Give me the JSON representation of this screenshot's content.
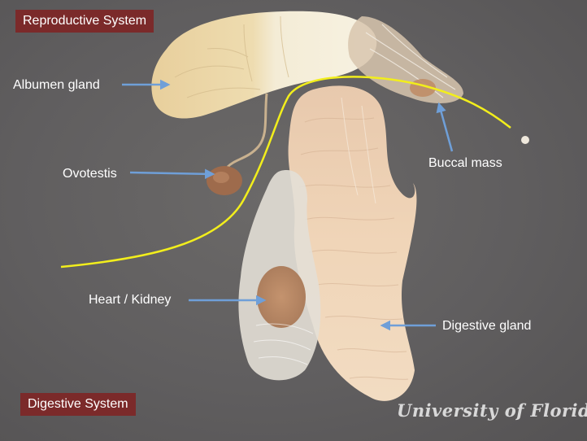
{
  "titles": {
    "top_badge": "Reproductive System",
    "bottom_badge": "Digestive System"
  },
  "labels": {
    "albumen_gland": "Albumen gland",
    "ovotestis": "Ovotestis",
    "buccal_mass": "Buccal mass",
    "heart_kidney": "Heart / Kidney",
    "digestive_gland": "Digestive gland"
  },
  "watermark": "University of Florida",
  "colors": {
    "badge": "#7b2a2a",
    "divider_line": "#f2ee1c",
    "arrow": "#6f9fd8",
    "background": "#5d5b5c",
    "label_text": "#ffffff"
  }
}
